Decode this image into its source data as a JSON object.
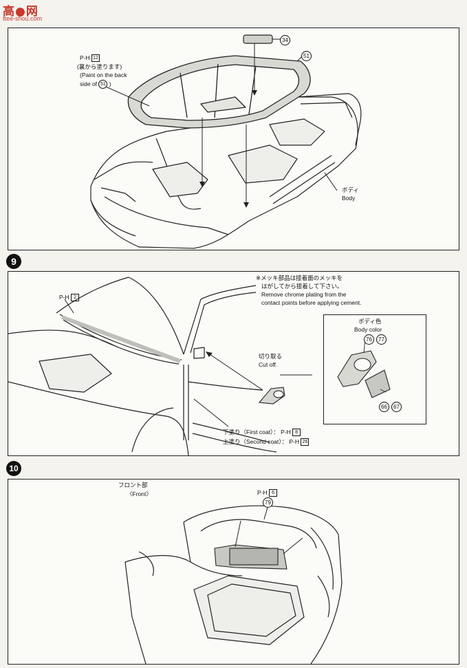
{
  "logo": {
    "mark": "高●网",
    "url": "ttee-shou.com"
  },
  "step8": {
    "part_mirror": "34",
    "part_glass": "51",
    "paint_code_prefix": "P-H",
    "paint_code": "12",
    "note_jp": "(裏から塗ります)",
    "note_en_1": "(Paint on the back",
    "note_en_2": "side of",
    "note_part": "51",
    "note_close": ")",
    "body_jp": "ボディ",
    "body_en": "Body"
  },
  "step9": {
    "number": "9",
    "paint_code_prefix": "P-H",
    "paint_code": "2",
    "note_jp_1": "※メッキ部品は接着面のメッキを",
    "note_jp_2": "はがしてから接着して下さい。",
    "note_en_1": "Remove chrome plating from the",
    "note_en_2": "contact points before applying cement.",
    "cut_jp": "切り取る",
    "cut_en": "Cut off.",
    "color_jp": "ボディ色",
    "color_en": "Body color",
    "color_part_a": "76",
    "color_part_b": "77",
    "mirror_part_a": "66",
    "mirror_part_b": "67",
    "first_coat_label": "下塗り（First coat）：",
    "first_coat_prefix": "P-H",
    "first_coat_code": "8",
    "second_coat_label": "上塗り（Second coat）：",
    "second_coat_prefix": "P-H",
    "second_coat_code": "26"
  },
  "step10": {
    "number": "10",
    "front_jp": "フロント部",
    "front_en": "〈Front〉",
    "paint_code_prefix": "P-H",
    "paint_code": "6",
    "part": "79"
  }
}
